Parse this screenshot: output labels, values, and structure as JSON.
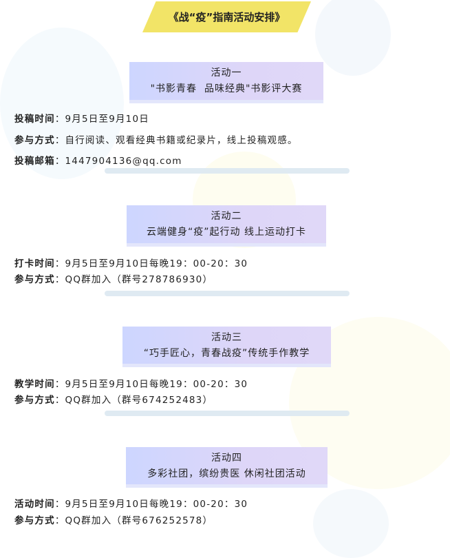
{
  "title": "《战“疫”指南活动安排》",
  "activities": [
    {
      "name": "活动一",
      "subtitle": "\"书影青春  品味经典\"书影评大赛",
      "details": [
        {
          "label": "投稿时间",
          "value": "9月5日至9月10日"
        },
        {
          "label": "参与方式",
          "value": "自行阅读、观看经典书籍或纪录片，线上投稿观感。"
        },
        {
          "label": "投稿邮箱",
          "value": "1447904136@qq.com"
        }
      ]
    },
    {
      "name": "活动二",
      "subtitle": "云端健身“疫”起行动 线上运动打卡",
      "details": [
        {
          "label": "打卡时间",
          "value": "9月5日至9月10日每晚19：00-20：30"
        },
        {
          "label": "参与方式",
          "value": "QQ群加入（群号278786930）"
        }
      ]
    },
    {
      "name": "活动三",
      "subtitle": "“巧手匠心，青春战疫”传统手作教学",
      "details": [
        {
          "label": "教学时间",
          "value": "9月5日至9月10日每晚19：00-20：30"
        },
        {
          "label": "参与方式",
          "value": "QQ群加入（群号674252483）"
        }
      ]
    },
    {
      "name": "活动四",
      "subtitle": "多彩社团，缤纷贵医 休闲社团活动",
      "details": [
        {
          "label": "活动时间",
          "value": "9月5日至9月10日每晚19：00-20：30"
        },
        {
          "label": "参与方式",
          "value": "QQ群加入（群号676252578）"
        }
      ]
    }
  ]
}
